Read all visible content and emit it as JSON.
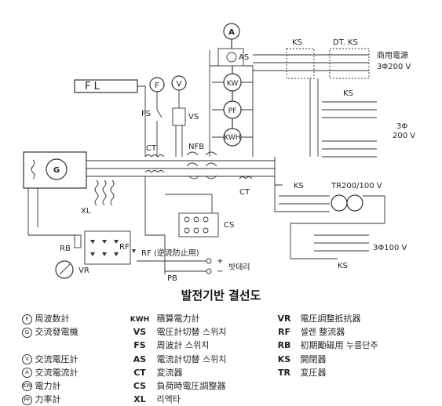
{
  "diagram": {
    "meters_top": {
      "ammeter": "A",
      "ammeter_switch": "AS",
      "power_meter": "KW",
      "pf_meter": "PF",
      "energy_meter": "KWH"
    },
    "freq_meter": "F",
    "volt_meter": "V",
    "fl_label": "F  L",
    "fs": "FS",
    "vs": "VS",
    "ct_top": "CT",
    "ct_bottom": "CT",
    "nfb": "NFB",
    "generator": "G",
    "xl": "XL",
    "rb": "RB",
    "rf": "RF",
    "vr": "VR",
    "cs": "CS",
    "rf_note": "RF (逆流防止用)",
    "pb": "PB",
    "battery_plus": "+",
    "battery_minus": "−",
    "battery": "밧데리",
    "ks_1": "KS",
    "dt_ks": "DT. KS",
    "commercial_power": "商用電源",
    "commercial_3phi": "3Φ200 V",
    "ks_2": "KS",
    "phi200_a": "3Φ",
    "phi200_b": "200 V",
    "ks_3": "KS",
    "tr": "TR200/100 V",
    "phi100": "3Φ100 V",
    "ks_4": "KS"
  },
  "title": "발전기반 결선도",
  "legend_left": [
    {
      "icon": "F",
      "desc": "周波数計"
    },
    {
      "icon": "G",
      "desc": "交流發電機"
    },
    {
      "icon": "",
      "desc": ""
    },
    {
      "icon": "V",
      "desc": "交流電圧計"
    },
    {
      "icon": "A",
      "desc": "交流電流計"
    },
    {
      "icon": "KW",
      "desc": "電力計"
    },
    {
      "icon": "PF",
      "desc": "力率計"
    }
  ],
  "legend_mid": [
    {
      "symbol": "KWH",
      "desc": "積算電力計"
    },
    {
      "symbol": "VS",
      "desc": "電圧計切替 스위치"
    },
    {
      "symbol": "FS",
      "desc": "周波計 스위치"
    },
    {
      "symbol": "AS",
      "desc": "電流計切替 스위치"
    },
    {
      "symbol": "CT",
      "desc": "変流器"
    },
    {
      "symbol": "CS",
      "desc": "負荷時電圧調整器"
    },
    {
      "symbol": "XL",
      "desc": "리액타"
    }
  ],
  "legend_right": [
    {
      "symbol": "VR",
      "desc": "電圧調整抵抗器"
    },
    {
      "symbol": "RF",
      "desc": "셀렌  整流器"
    },
    {
      "symbol": "RB",
      "desc": "初期勵磁用 누름단추"
    },
    {
      "symbol": "KS",
      "desc": "開閉器"
    },
    {
      "symbol": "TR",
      "desc": "変圧器"
    }
  ]
}
